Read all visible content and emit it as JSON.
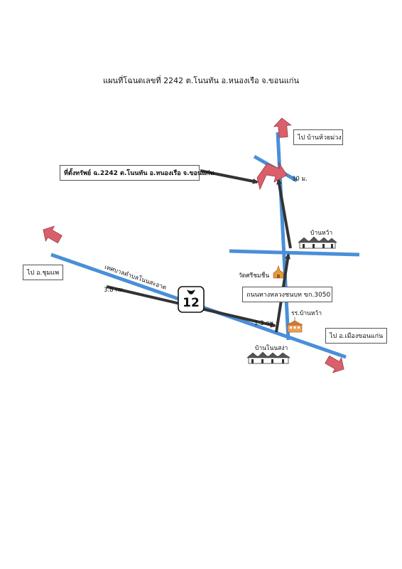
{
  "title": "แผนที่โฉนดเลขที่ 2242 ต.โนนทัน อ.หนองเรือ จ.ขอนแก่น",
  "directions": {
    "north": "ไป บ้านห้วยม่วง",
    "west": "ไป อ.ชุมแพ",
    "east": "ไป อ.เมืองขอนแก่น"
  },
  "property_label": "ที่ตั้งทรัพย์ ฉ.2242 ต.โนนทัน อ.หนองเรือ จ.ขอนแก่น",
  "distances": {
    "to_property": "30 ม.",
    "main_road_left": "3.8 กม.",
    "rural_road": "1.3 กม."
  },
  "places": {
    "ban_wa": "บ้านหว้า",
    "temple": "วัดศรีชมชื่น",
    "school": "รร.บ้านหว้า",
    "ban_non_sa_nga": "บ้านโนนสง่า",
    "municipality": "เทศบาลตำบลโนนสะอาด"
  },
  "rural_road_label": "ถนนทางหลวงชนบท ขก.3050",
  "highway_number": "12",
  "colors": {
    "road": "#4a8fd8",
    "route": "#333333",
    "direction_arrow": "#d9606a",
    "property_marker": "#d9606a"
  },
  "icons": [
    "village-icon",
    "temple-icon",
    "school-icon",
    "highway-shield-icon"
  ]
}
